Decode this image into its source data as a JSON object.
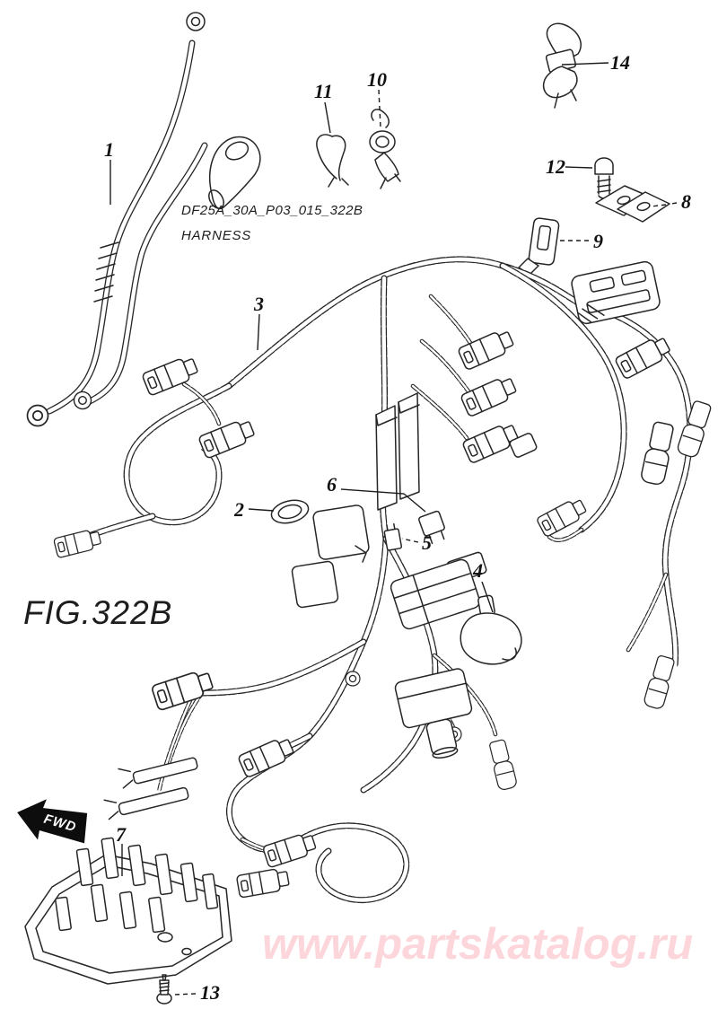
{
  "figure": {
    "code": "DF25A_30A_P03_015_322B",
    "name": "HARNESS",
    "fig_label": "FIG.322B"
  },
  "watermark": {
    "text": "www.partskatalog.ru",
    "color": "#fcd6db"
  },
  "fwd": {
    "text": "FWD"
  },
  "colors": {
    "background": "#ffffff",
    "line": "#262626",
    "watermark_pink": "#fcd6db",
    "arrow_black": "#0d0d0d"
  },
  "parts": [
    {
      "number": "1"
    },
    {
      "number": "2"
    },
    {
      "number": "3"
    },
    {
      "number": "4"
    },
    {
      "number": "5"
    },
    {
      "number": "6"
    },
    {
      "number": "7"
    },
    {
      "number": "8"
    },
    {
      "number": "9"
    },
    {
      "number": "10"
    },
    {
      "number": "11"
    },
    {
      "number": "12"
    },
    {
      "number": "13"
    },
    {
      "number": "14"
    }
  ]
}
